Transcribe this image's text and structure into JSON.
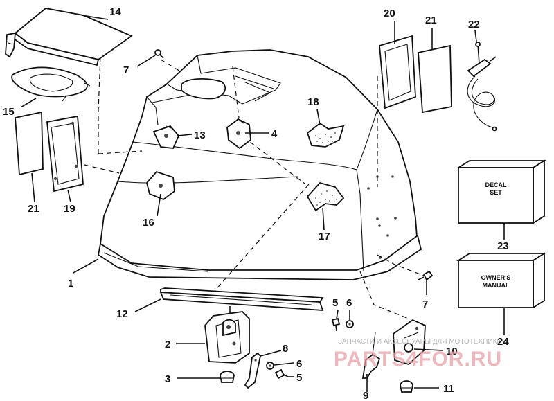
{
  "callouts": {
    "c1": "1",
    "c2": "2",
    "c3": "3",
    "c4": "4",
    "c5a": "5",
    "c5b": "5",
    "c6a": "6",
    "c6b": "6",
    "c7a": "7",
    "c7b": "7",
    "c8": "8",
    "c9": "9",
    "c10": "10",
    "c11": "11",
    "c12": "12",
    "c13": "13",
    "c14": "14",
    "c15": "15",
    "c16": "16",
    "c17": "17",
    "c18": "18",
    "c19": "19",
    "c20": "20",
    "c21a": "21",
    "c21b": "21",
    "c22": "22",
    "c23": "23",
    "c24": "24"
  },
  "decal_box": {
    "line1": "DECAL",
    "line2": "SET"
  },
  "manual_box": {
    "line1": "OWNER'S",
    "line2": "MANUAL"
  },
  "watermark": {
    "caption": "ЗАПЧАСТИ И АКСЕССУАРЫ ДЛЯ МОТОТЕХНИКИ",
    "brand": "PARTS4FOR.RU"
  },
  "colors": {
    "ink": "#111111",
    "paper": "#ffffff",
    "watermark": "#e8a0a8"
  }
}
